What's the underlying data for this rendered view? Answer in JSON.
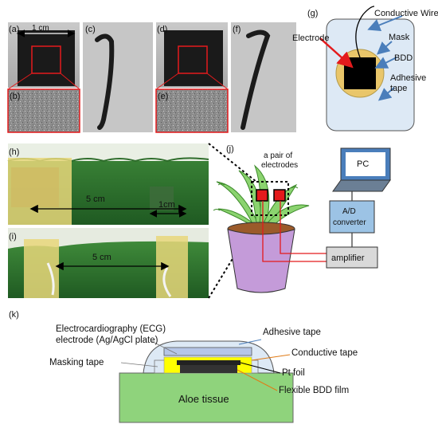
{
  "figure": {
    "panels": [
      "(a)",
      "(b)",
      "(c)",
      "(d)",
      "(e)",
      "(f)",
      "(g)",
      "(h)",
      "(i)",
      "(j)",
      "(k)"
    ],
    "panel_a": {
      "scale_label": "1 cm"
    },
    "panel_g": {
      "conductive_wire": "Conductive Wire",
      "mask": "Mask",
      "electrode": "Electrode",
      "bdd": "BDD",
      "adhesive_line1": "Adhesive",
      "adhesive_line2": "tape"
    },
    "panel_h": {
      "distance": "5 cm",
      "width": "1cm"
    },
    "panel_i": {
      "distance": "5 cm"
    },
    "panel_j": {
      "electrodes_line1": "a pair of",
      "electrodes_line2": "electrodes",
      "pc": "PC",
      "ad_line1": "A/D",
      "ad_line2": "converter",
      "amplifier": "amplifier"
    },
    "panel_k": {
      "ecg_line1": "Electrocardiography (ECG)",
      "ecg_line2": "electrode (Ag/AgCl plate)",
      "adhesive_tape": "Adhesive  tape",
      "conductive_tape": "Conductive tape",
      "masking_tape": "Masking tape",
      "pt_foil": "Pt foil",
      "flexible_bdd": "Flexible BDD film",
      "aloe_tissue": "Aloe tissue"
    },
    "colors": {
      "red_marker": "#e41a1c",
      "wire_blue": "#4a7ebb",
      "tape_blue": "#dde9f5",
      "mask_gold": "#e9c66a",
      "aloe_green": "#8fd37c",
      "conductive_yellow": "#ffff00",
      "box_blue": "#9cc3e5"
    }
  }
}
